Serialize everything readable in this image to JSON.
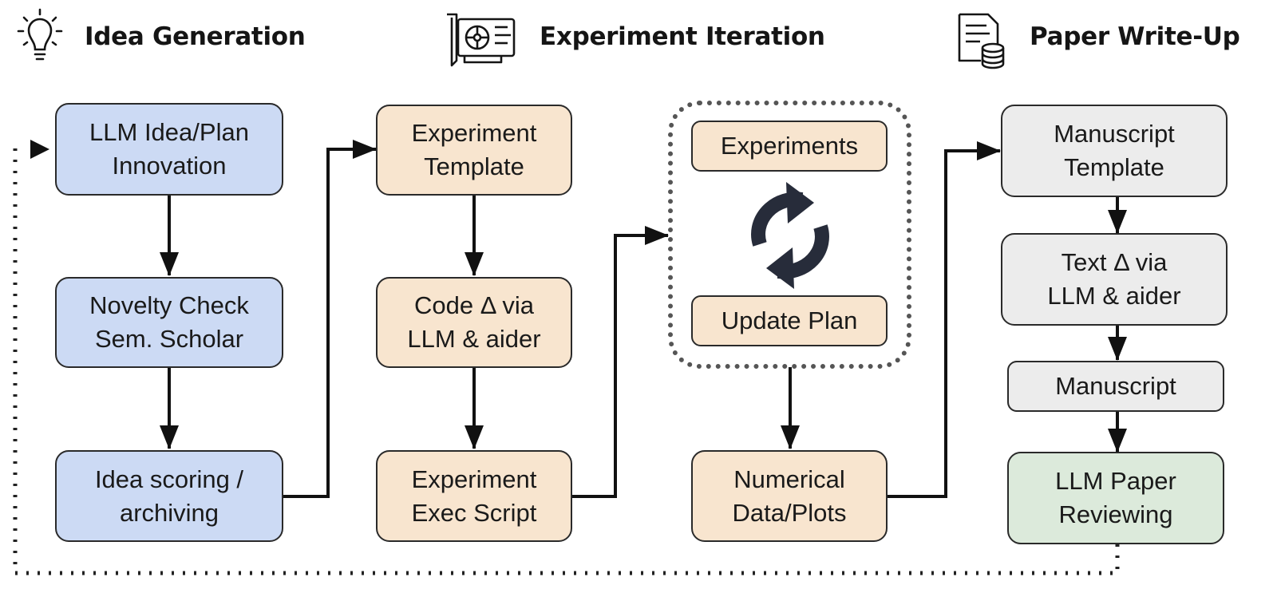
{
  "headings": {
    "idea_generation": "Idea Generation",
    "experiment_iteration": "Experiment Iteration",
    "paper_writeup": "Paper Write-Up"
  },
  "icons": {
    "idea_generation": "lightbulb-icon",
    "experiment_iteration": "gpu-card-icon",
    "paper_writeup": "document-database-icon",
    "loop": "refresh-cycle-icon"
  },
  "nodes": {
    "llm_idea": "LLM Idea/Plan\nInnovation",
    "novelty_check": "Novelty Check\nSem. Scholar",
    "idea_scoring": "Idea scoring /\narchiving",
    "experiment_template": "Experiment\nTemplate",
    "code_delta": "Code Δ via\nLLM & aider",
    "exec_script": "Experiment\nExec Script",
    "experiments": "Experiments",
    "update_plan": "Update Plan",
    "numerical_data": "Numerical\nData/Plots",
    "manuscript_template": "Manuscript\nTemplate",
    "text_delta": "Text Δ via\nLLM & aider",
    "manuscript": "Manuscript",
    "llm_reviewing": "LLM Paper\nReviewing"
  },
  "colors": {
    "idea_nodes": "#ccdaf4",
    "experiment_nodes": "#f8e5cf",
    "writeup_nodes": "#ececec",
    "review_node": "#dceadb",
    "lines": "#111111"
  }
}
